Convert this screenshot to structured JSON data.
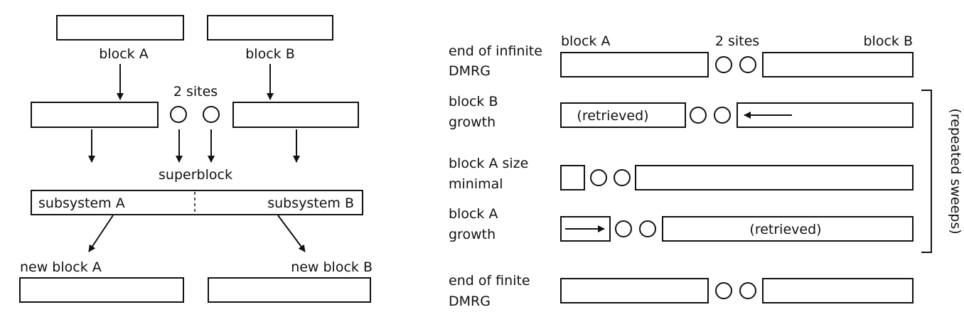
{
  "left": {
    "block_a": "block A",
    "block_b": "block B",
    "two_sites": "2 sites",
    "superblock": "superblock",
    "subsystem_a": "subsystem A",
    "subsystem_b": "subsystem B",
    "new_block_a": "new block A",
    "new_block_b": "new block B"
  },
  "right": {
    "header": {
      "block_a": "block A",
      "two_sites": "2 sites",
      "block_b": "block B"
    },
    "rows": [
      {
        "line1": "end of infinite",
        "line2": "DMRG"
      },
      {
        "line1": "block B",
        "line2": "growth",
        "inner": "(retrieved)"
      },
      {
        "line1": "block A size",
        "line2": "minimal"
      },
      {
        "line1": "block A",
        "line2": "growth",
        "inner": "(retrieved)"
      },
      {
        "line1": "end of finite",
        "line2": "DMRG"
      }
    ],
    "bracket_label": "(repeated sweeps)"
  }
}
